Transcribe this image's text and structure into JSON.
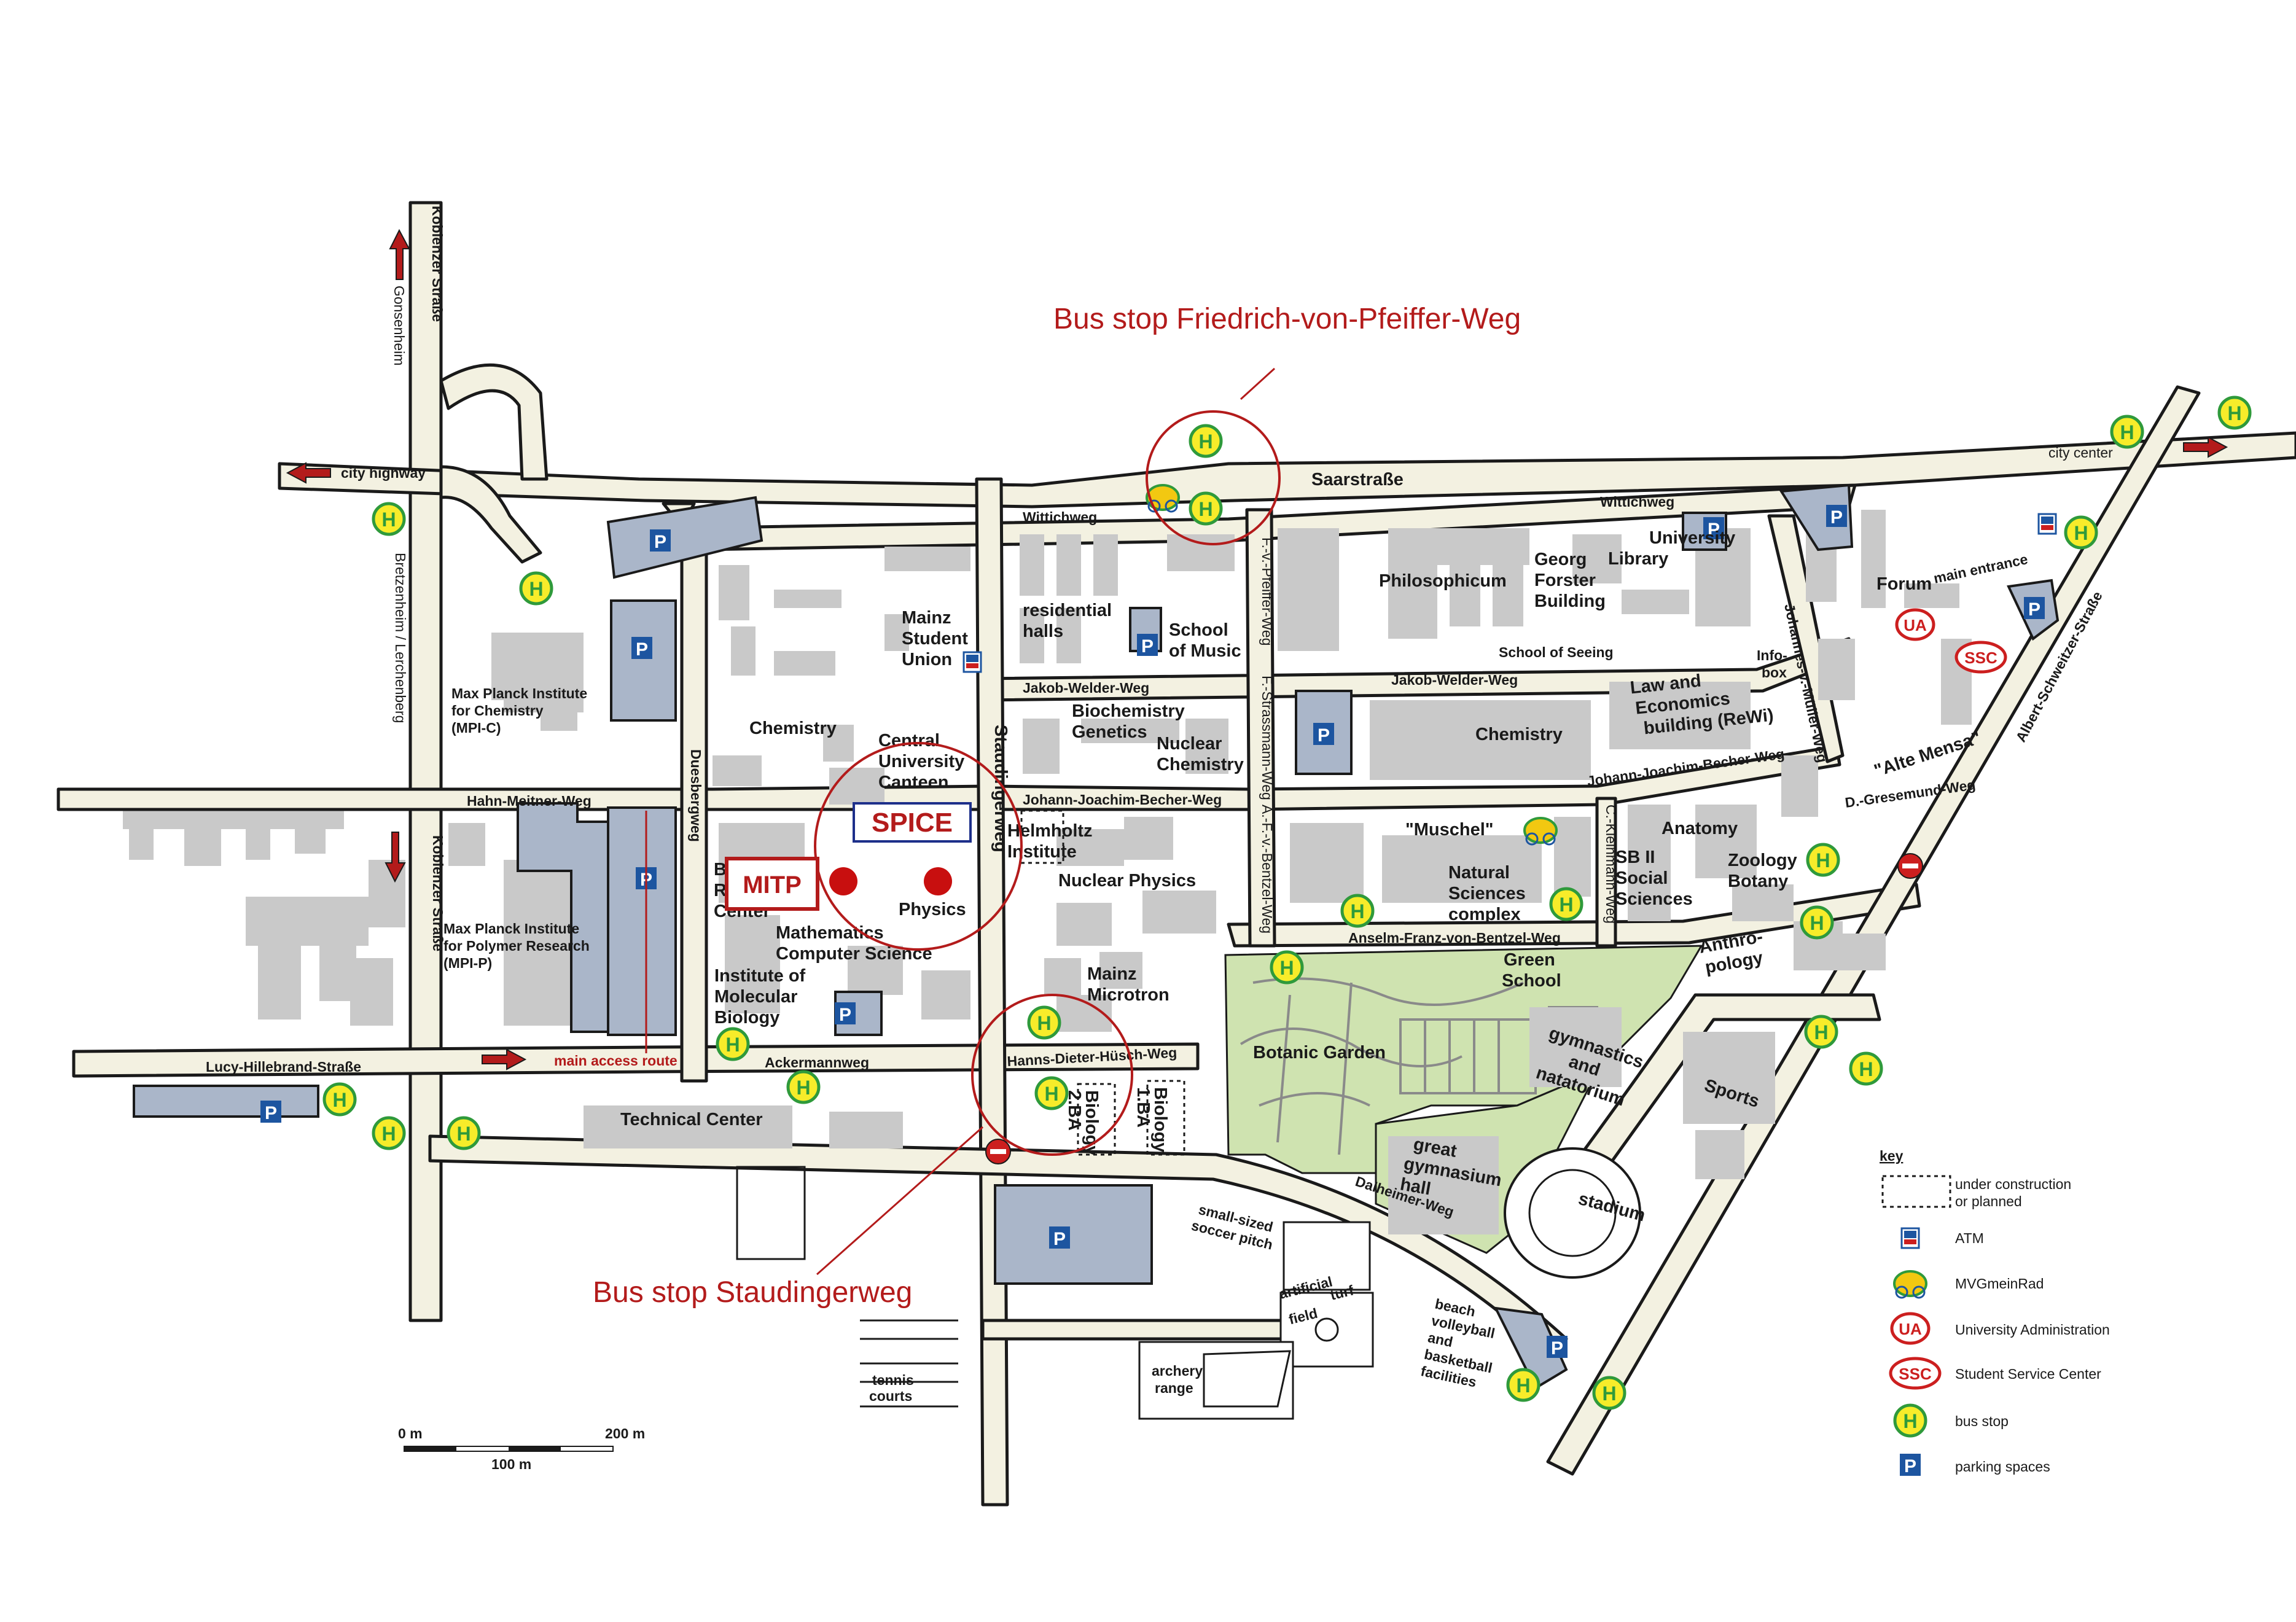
{
  "roads": {
    "koblenzer_north": "Koblenzer Straße",
    "gonsenheim": "Gonsenheim",
    "city_highway": "city highway",
    "bretzenheim": "Bretzenheim / Lerchenberg",
    "saarstrasse": "Saarstraße",
    "city_center": "city center",
    "wittichweg_w": "Wittichweg",
    "wittichweg_e": "Wittichweg",
    "hahn_meitner": "Hahn-Meitner-Weg",
    "duesbergweg": "Duesbergweg",
    "koblenzer_south": "Koblenzer Straße",
    "lucy": "Lucy-Hillebrand-Straße",
    "main_access": "main access route",
    "ackermannweg": "Ackermannweg",
    "hanns": "Hanns-Dieter-Hüsch-Weg",
    "staudingerweg": "Staudingerweg",
    "jakob_w": "Jakob-Welder-Weg",
    "jakob_e": "Jakob-Welder-Weg",
    "johann_w": "Johann-Joachim-Becher-Weg",
    "johann_e": "Johann-Joachim-Becher-Weg",
    "fvpfeiffer": "F.-v.-Pfeiffer-Weg",
    "fstrassmann": "F.-Strassmann-Weg",
    "afvbentzel": "A.-F.-v.-Bentzel-Weg",
    "anselm": "Anselm-Franz-von-Bentzel-Weg",
    "ckleinmann": "C.-Kleinmann-Weg",
    "johannes_mueller": "Johannes-v.-Müller-Weg",
    "albert": "Albert-Schweitzer-Straße",
    "main_entrance": "main entrance",
    "gresemund": "D.-Gresemund-Weg",
    "dalheimer": "Dalheimer-Weg"
  },
  "places": {
    "mpic": [
      "Max Planck Institute",
      "for Chemistry",
      "(MPI-C)"
    ],
    "mpip": [
      "Max Planck Institute",
      "for Polymer Research",
      "(MPI-P)"
    ],
    "chemistry_w": "Chemistry",
    "student_union": [
      "Mainz",
      "Student",
      "Union"
    ],
    "canteen": [
      "Central",
      "University",
      "Canteen"
    ],
    "residential": [
      "residential",
      "halls"
    ],
    "music": [
      "School",
      "of Music"
    ],
    "philosophicum": "Philosophicum",
    "georg": [
      "Georg",
      "Forster",
      "Building"
    ],
    "library": [
      "University",
      "Library"
    ],
    "seeing": "School of Seeing",
    "forum": "Forum",
    "infobox": [
      "Info-",
      "box"
    ],
    "law": [
      "Law and",
      "Economics",
      "building (ReWi)"
    ],
    "chemistry_e": "Chemistry",
    "biochem": [
      "Biochemistry",
      "Genetics"
    ],
    "nuclear_chem": [
      "Nuclear",
      "Chemistry"
    ],
    "alte_mensa": "\"Alte Mensa\"",
    "helmholtz": [
      "Helmholtz",
      "Institute"
    ],
    "nuclear_physics": "Nuclear Physics",
    "muschel": "\"Muschel\"",
    "natural": [
      "Natural",
      "Sciences",
      "complex"
    ],
    "anatomy": "Anatomy",
    "sbii": [
      "SB II",
      "Social",
      "Sciences"
    ],
    "zoology": [
      "Zoology",
      "Botany"
    ],
    "brc": [
      "B",
      "R",
      "Center"
    ],
    "physics": "Physics",
    "math": [
      "Mathematics",
      "Computer Science"
    ],
    "imb": [
      "Institute of",
      "Molecular",
      "Biology"
    ],
    "microtron": [
      "Mainz",
      "Microtron"
    ],
    "anthropology": [
      "Anthro-",
      "pology"
    ],
    "green_school": [
      "Green",
      "School"
    ],
    "botanic": "Botanic Garden",
    "gymnastics": [
      "gymnastics",
      "and",
      "natatorium"
    ],
    "sports": "Sports",
    "technical": "Technical Center",
    "biology2": [
      "Biology",
      "2.BA"
    ],
    "biology1": [
      "Biology",
      "1.BA"
    ],
    "gymnasium": [
      "great",
      "gymnasium",
      "hall"
    ],
    "stadium": "stadium",
    "soccer": [
      "small-sized",
      "soccer pitch"
    ],
    "turf": [
      "artificial",
      "turf",
      "field"
    ],
    "beach": [
      "beach",
      "volleyball",
      "and",
      "basketball",
      "facilities"
    ],
    "archery": [
      "archery",
      "range"
    ],
    "tennis": [
      "tennis",
      "courts"
    ]
  },
  "highlights": {
    "spice": "SPICE",
    "mitp": "MITP",
    "bus_pfeiffer": "Bus stop Friedrich-von-Pfeiffer-Weg",
    "bus_staudinger": "Bus stop Staudingerweg"
  },
  "symbols": {
    "bus_glyph": "H",
    "parking_glyph": "P",
    "ua_glyph": "UA",
    "ssc_glyph": "SSC"
  },
  "scale": {
    "zero": "0 m",
    "mid": "100 m",
    "max": "200 m"
  },
  "legend": {
    "title": "key",
    "items": [
      {
        "icon": "dotted-box-icon",
        "label": [
          "under construction",
          "or planned"
        ]
      },
      {
        "icon": "atm-icon",
        "label": [
          "ATM"
        ]
      },
      {
        "icon": "bike-mascot-icon",
        "label": [
          "MVGmeinRad"
        ]
      },
      {
        "icon": "ua-icon",
        "label": [
          "University Administration"
        ]
      },
      {
        "icon": "ssc-icon",
        "label": [
          "Student Service Center"
        ]
      },
      {
        "icon": "bus-stop-icon",
        "label": [
          "bus stop"
        ]
      },
      {
        "icon": "parking-icon",
        "label": [
          "parking spaces"
        ]
      }
    ]
  },
  "colors": {
    "road": "#f3f1e1",
    "building": "#c9c9c9",
    "building_blue": "#aab6c9",
    "parking": "#1d55a0",
    "bus_fill": "#f7ec2a",
    "bus_ring": "#2f9a3b",
    "highlight_red": "#b31b1b",
    "garden_green": "#cfe3b0"
  }
}
